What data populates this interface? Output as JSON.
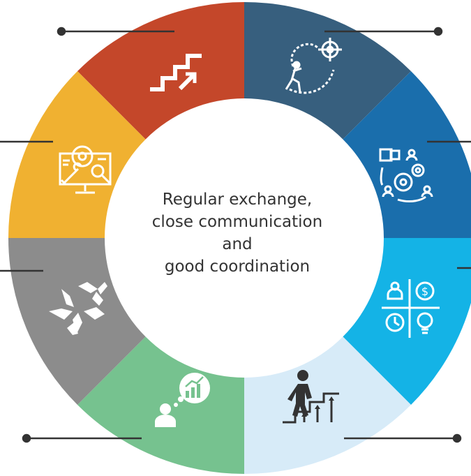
{
  "center": {
    "lines": [
      "Regular exchange,",
      "close communication",
      "and",
      "good coordination"
    ]
  },
  "segments": [
    {
      "id": "stairs-growth",
      "icon": "stairs-arrow-icon",
      "color": "#c4472a"
    },
    {
      "id": "strategy-target",
      "icon": "target-path-icon",
      "color": "#375f7e"
    },
    {
      "id": "teamwork-gears",
      "icon": "puzzle-gears-people-icon",
      "color": "#1a6eac"
    },
    {
      "id": "resources-matrix",
      "icon": "people-money-time-idea-icon",
      "color": "#14b3e6"
    },
    {
      "id": "stepping-up",
      "icon": "person-climbing-steps-icon",
      "color": "#d7ebf8"
    },
    {
      "id": "growth-thinking",
      "icon": "person-chart-thought-icon",
      "color": "#76c28f"
    },
    {
      "id": "hands-together",
      "icon": "hands-circle-icon",
      "color": "#8c8c8c"
    },
    {
      "id": "settings-monitor",
      "icon": "monitor-gear-wrench-icon",
      "color": "#f0b131"
    }
  ],
  "colors": {
    "leader": "#333333",
    "icon": "#ffffff",
    "icon_dark": "#333333",
    "center_bg": "#ffffff"
  }
}
